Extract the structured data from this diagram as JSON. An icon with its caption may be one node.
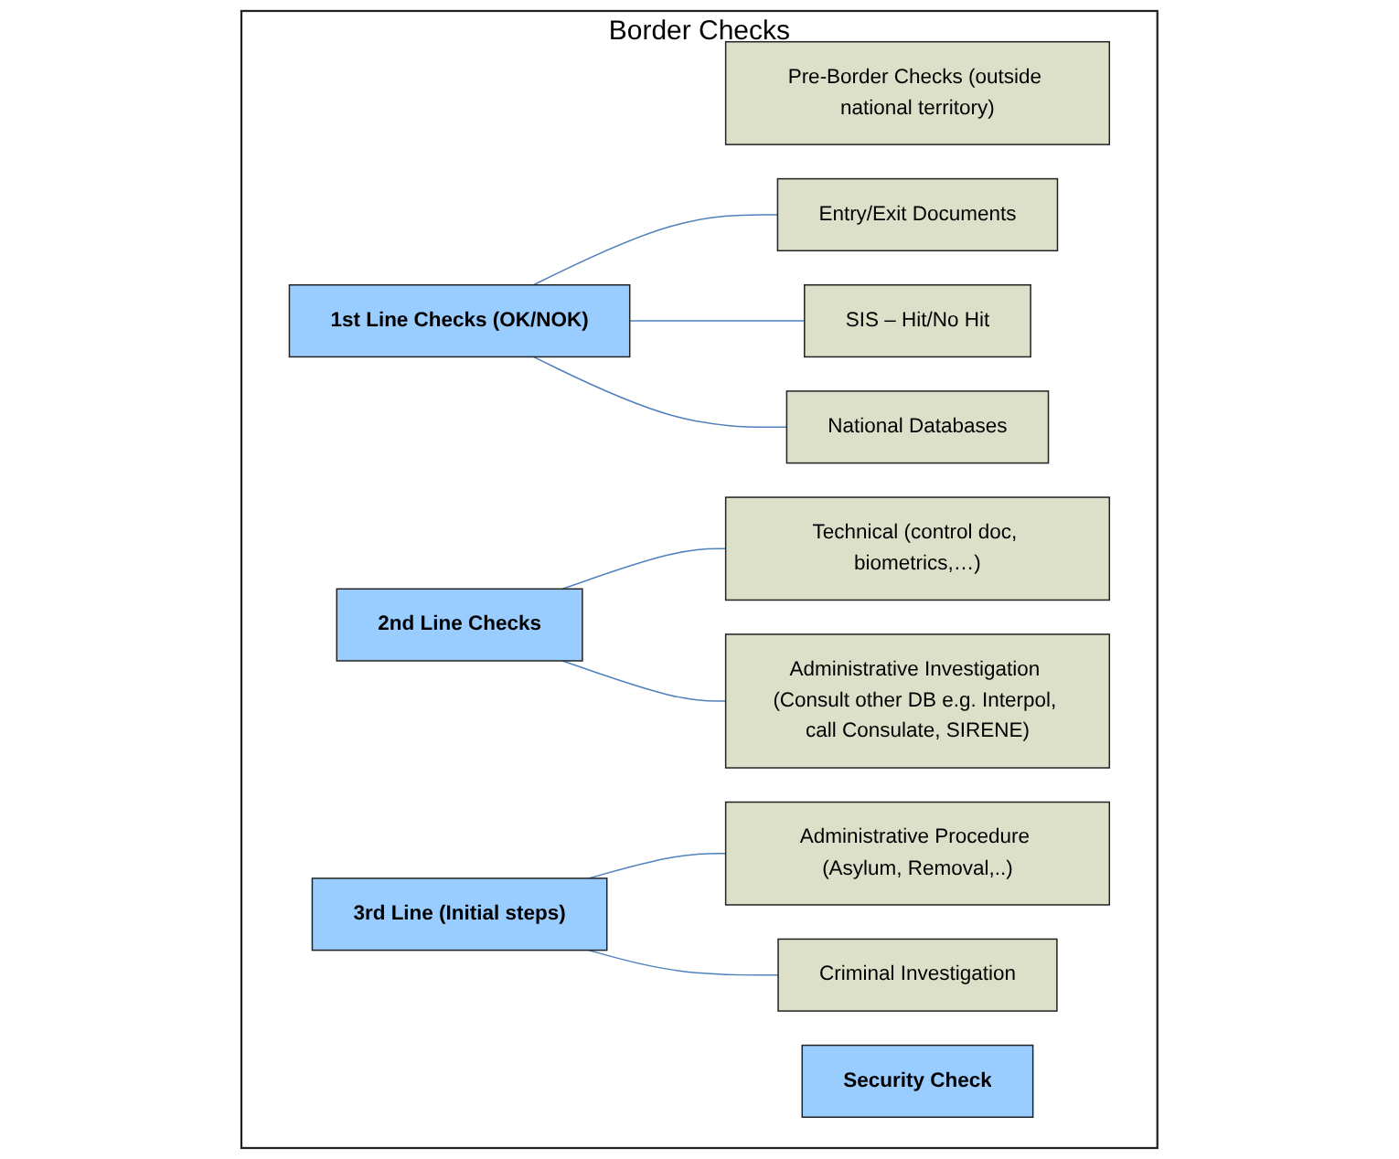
{
  "diagram": {
    "nodes": [
      {
        "text": [
          "Border Checks"
        ]
      },
      {
        "text": [
          "Pre-Border Checks (outside national territory)"
        ],
        "in": 0
      },
      {
        "text": [
          "1st Line Checks (OK/NOK)"
        ],
        "in": 0
      },
      {
        "text": [
          "Entry/Exit Documents"
        ],
        "in": 0
      },
      {
        "text": [
          "SIS – Hit/No Hit"
        ],
        "in": 0
      },
      {
        "text": [
          "National Databases"
        ],
        "in": 0
      },
      {
        "text": [
          "Security Check"
        ],
        "in": 0
      },
      {
        "text": [
          "2nd Line Checks"
        ],
        "in": 0
      },
      {
        "text": [
          "Technical (control doc, biometrics,…)"
        ],
        "in": 0
      },
      {
        "text": [
          "Administrative Investigation (Consult other DB e.g. Interpol, call Consulate, SIRENE)"
        ],
        "in": 0
      },
      {
        "text": [
          "3rd Line (Initial steps)"
        ],
        "in": 0
      },
      {
        "text": [
          "Administrative Procedure (Asylum, Removal,..)"
        ],
        "in": 0
      },
      {
        "text": [
          "Criminal Investigation"
        ],
        "in": 0
      }
    ],
    "edges": [
      {
        "from": 2,
        "to": 3,
        "arrow": "none"
      },
      {
        "from": 2,
        "to": 4,
        "arrow": "none"
      },
      {
        "from": 2,
        "to": 5,
        "arrow": "none"
      },
      {
        "from": 7,
        "to": 8,
        "arrow": "none"
      },
      {
        "from": 7,
        "to": 9,
        "arrow": "none"
      },
      {
        "from": 10,
        "to": 11,
        "arrow": "none"
      },
      {
        "from": 10,
        "to": 12,
        "arrow": "none"
      }
    ]
  }
}
